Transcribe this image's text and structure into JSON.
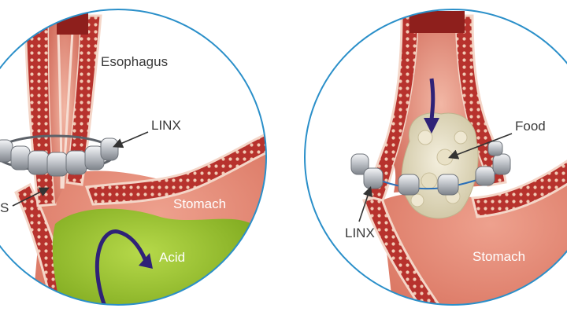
{
  "left_panel": {
    "labels": {
      "esophagus": "Esophagus",
      "linx": "LINX",
      "les_partial": "S",
      "stomach": "Stomach",
      "acid": "Acid"
    }
  },
  "right_panel": {
    "labels": {
      "food": "Food",
      "linx": "LINX",
      "stomach": "Stomach"
    }
  },
  "colors": {
    "circle_outline": "#2a8fc9",
    "tissue_red": "#c0473d",
    "tissue_pink": "#e5a08f",
    "acid_green": "#8fbf22",
    "arrow_purple": "#2f2277",
    "device_silver": "#c9ccd1",
    "food_cream": "#e3dcc1"
  }
}
